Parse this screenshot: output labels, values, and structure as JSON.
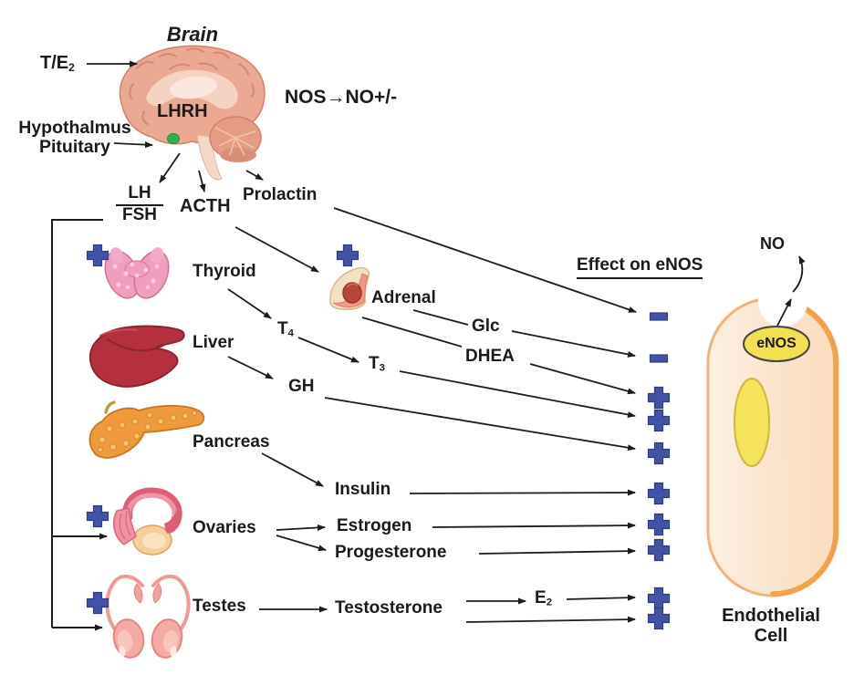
{
  "title": "Brain",
  "brain": {
    "input": {
      "main": "T/E",
      "sub": "2"
    },
    "lhrh": "LHRH",
    "nos": "NOS→NO+/-",
    "hypothalamus_line1": "Hypothalmus",
    "hypothalamus_line2": "Pituitary",
    "lh": "LH",
    "fsh": "FSH",
    "acth": "ACTH",
    "prolactin": "Prolactin"
  },
  "organs": {
    "thyroid": "Thyroid",
    "liver": "Liver",
    "pancreas": "Pancreas",
    "ovaries": "Ovaries",
    "testes": "Testes",
    "adrenal": "Adrenal"
  },
  "hormones": {
    "t4": {
      "main": "T",
      "sub": "4"
    },
    "t3": {
      "main": "T",
      "sub": "3"
    },
    "gh": "GH",
    "glc": "Glc",
    "dhea": "DHEA",
    "insulin": "Insulin",
    "estrogen": "Estrogen",
    "progesterone": "Progesterone",
    "testosterone": "Testosterone",
    "e2": {
      "main": "E",
      "sub": "2"
    }
  },
  "effects_header": "Effect on eNOS",
  "effects": [
    {
      "source": "Prolactin",
      "symbol": "minus"
    },
    {
      "source": "Glc",
      "symbol": "minus"
    },
    {
      "source": "DHEA",
      "symbol": "plus"
    },
    {
      "source": "T3",
      "symbol": "plus"
    },
    {
      "source": "GH",
      "symbol": "plus"
    },
    {
      "source": "Insulin",
      "symbol": "plus"
    },
    {
      "source": "Estrogen",
      "symbol": "plus"
    },
    {
      "source": "Progesterone",
      "symbol": "plus"
    },
    {
      "source": "E2",
      "symbol": "plus"
    },
    {
      "source": "Testosterone",
      "symbol": "plus"
    }
  ],
  "organ_stimulation": [
    {
      "target": "Thyroid",
      "symbol": "plus"
    },
    {
      "target": "Adrenal",
      "symbol": "plus"
    },
    {
      "target": "Ovaries",
      "symbol": "plus"
    },
    {
      "target": "Testes",
      "symbol": "plus"
    }
  ],
  "cell": {
    "enzyme": "eNOS",
    "product": "NO",
    "label_line1": "Endothelial",
    "label_line2": "Cell"
  },
  "connections": [
    "T/E2 → Brain",
    "Hypothalmus/Pituitary → Brain",
    "Brain → LH/FSH",
    "Brain → ACTH",
    "Brain → Prolactin",
    "Prolactin → eNOS (−)",
    "ACTH → Adrenal",
    "LH/FSH → Ovaries",
    "LH/FSH → Testes",
    "Thyroid → T4",
    "T4 → T3",
    "Liver → GH",
    "Adrenal → Glc",
    "Adrenal → DHEA",
    "Glc → eNOS (−)",
    "DHEA → eNOS (+)",
    "T3 → eNOS (+)",
    "GH → eNOS (+)",
    "Pancreas → Insulin",
    "Insulin → eNOS (+)",
    "Ovaries → Estrogen",
    "Ovaries → Progesterone",
    "Estrogen → eNOS (+)",
    "Progesterone → eNOS (+)",
    "Testes → Testosterone",
    "Testosterone → E2",
    "E2 → eNOS (+)",
    "Testosterone → eNOS (+)",
    "eNOS → NO"
  ],
  "colors": {
    "plus_minus": "#4252a6",
    "plus_minus_edge": "#2f3d85",
    "cell_border": "#ef9f43",
    "enos_yellow": "#f2df52",
    "text": "#1b1b1b"
  }
}
